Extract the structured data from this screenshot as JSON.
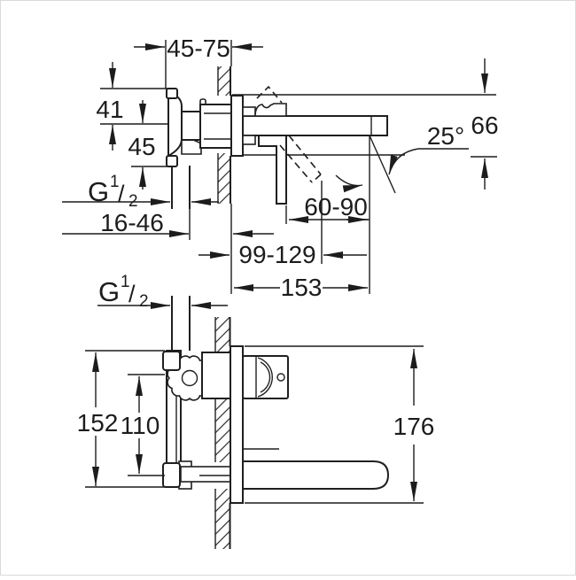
{
  "drawing": {
    "top_view": {
      "wall_depth_range": "45-75",
      "spout_to_top": "41",
      "spout_to_bottom": "45",
      "thread": {
        "g": "G",
        "num": "1",
        "slash": "/",
        "den": "2"
      },
      "inlet_setback_range": "16-46",
      "lever_swing_range": "60-90",
      "lever_clearance_range": "99-129",
      "spout_reach": "153",
      "drop_height": "66",
      "stream_angle": "25°"
    },
    "front_view": {
      "thread": {
        "g": "G",
        "num": "1",
        "slash": "/",
        "den": "2"
      },
      "body_height": "152",
      "port_spacing": "110",
      "trim_plate_height": "176"
    }
  }
}
